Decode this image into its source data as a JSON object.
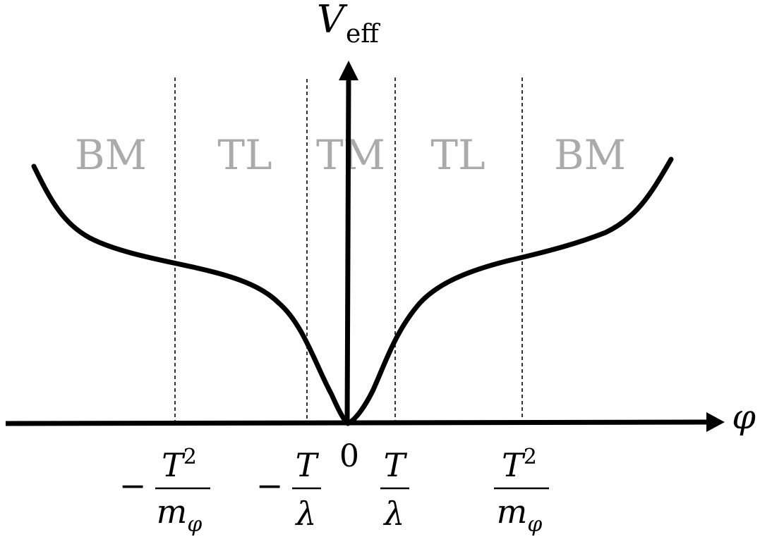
{
  "axes": {
    "y_label_main": "V",
    "y_label_sub": "eff",
    "x_label": "φ",
    "origin_label": "0"
  },
  "regions": [
    "BM",
    "TL",
    "TM",
    "TL",
    "BM"
  ],
  "ticks": {
    "neg_outer": {
      "sign": "−",
      "num_base": "T",
      "num_exp": "2",
      "den_base": "m",
      "den_sub": "φ"
    },
    "neg_inner": {
      "sign": "−",
      "num": "T",
      "den": "λ"
    },
    "pos_inner": {
      "num": "T",
      "den": "λ"
    },
    "pos_outer": {
      "num_base": "T",
      "num_exp": "2",
      "den_base": "m",
      "den_sub": "φ"
    }
  },
  "colors": {
    "ink": "#000000",
    "region_text": "#aaaaaa"
  }
}
